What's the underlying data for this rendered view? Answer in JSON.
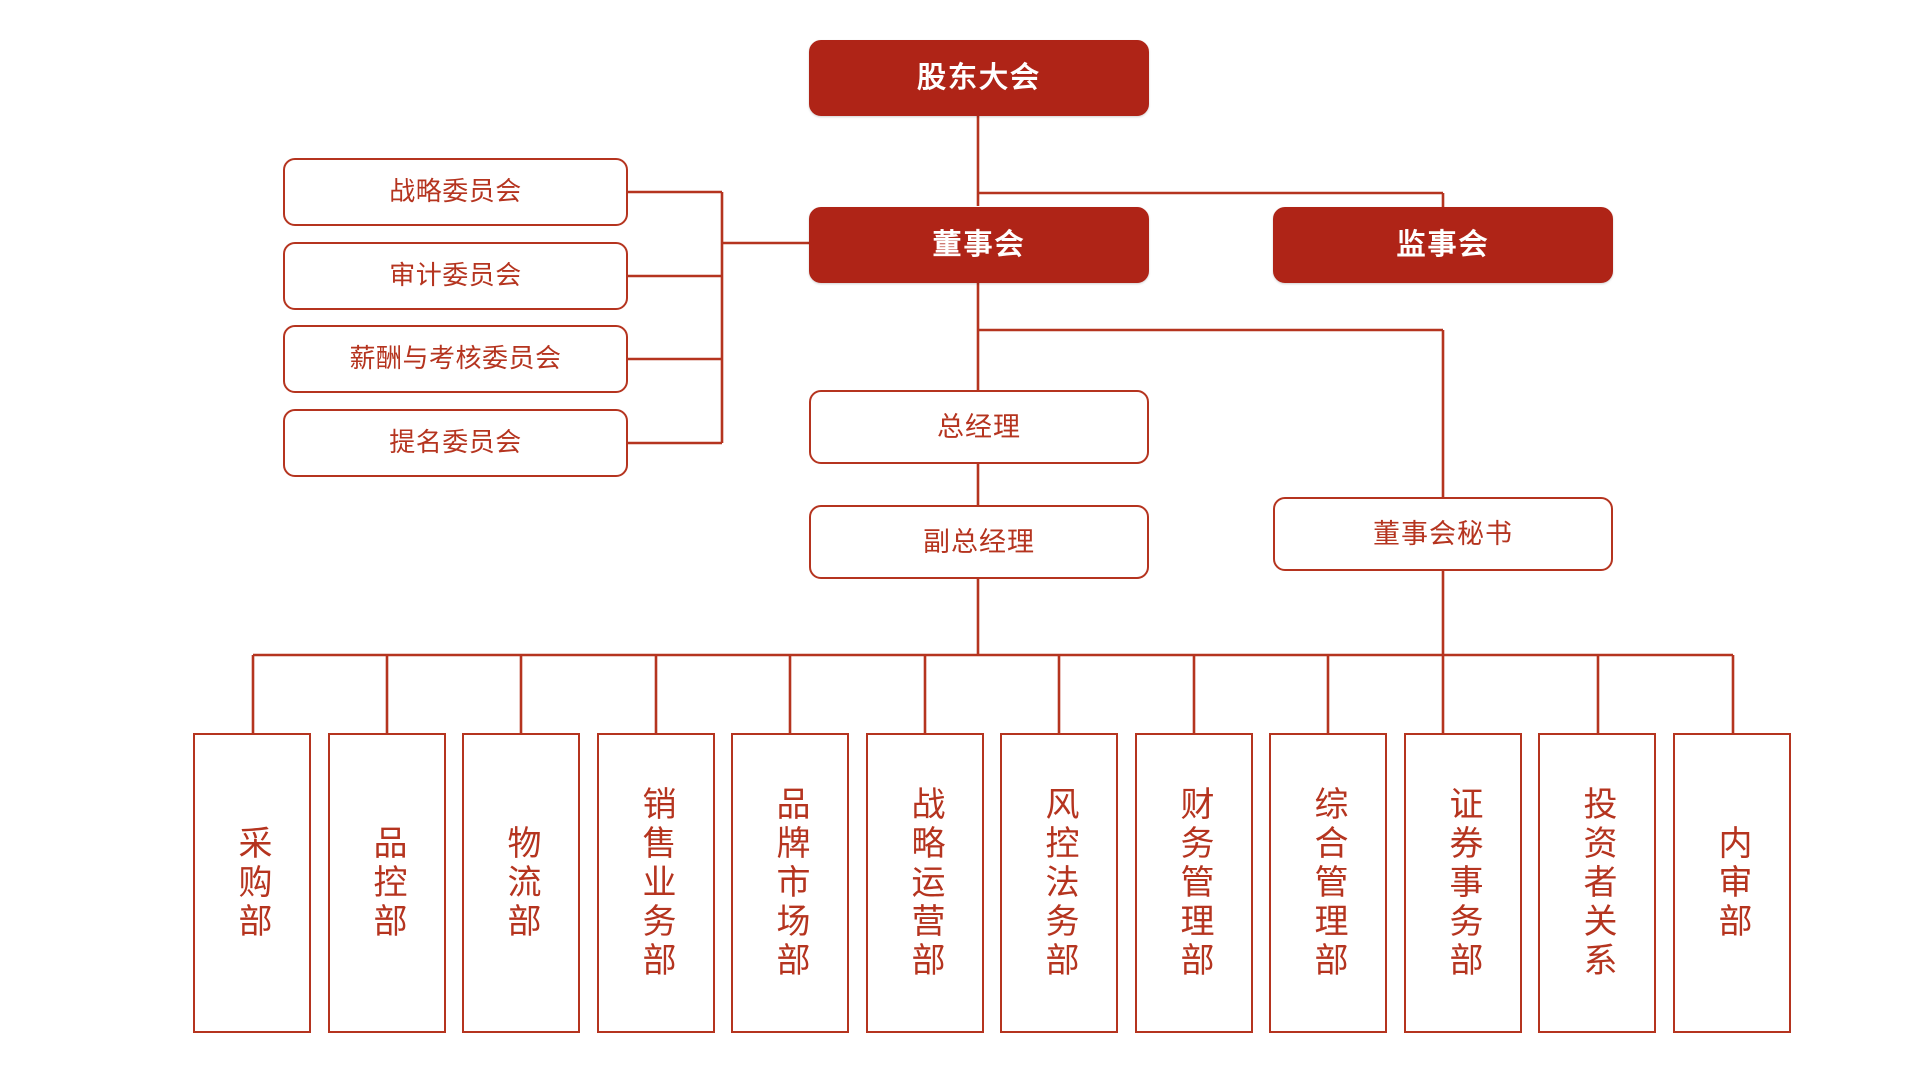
{
  "meta": {
    "title": "公司组织架构图",
    "accent_color": "#AF2417",
    "outline_color": "#B5341F",
    "line_color": "#B5341F",
    "background_color": "#FFFFFF"
  },
  "nodes": {
    "shareholders_meeting": {
      "label": "股东大会",
      "style": "filled"
    },
    "board_of_directors": {
      "label": "董事会",
      "style": "filled"
    },
    "board_of_supervisors": {
      "label": "监事会",
      "style": "filled"
    },
    "general_manager": {
      "label": "总经理",
      "style": "outline"
    },
    "deputy_general_manager": {
      "label": "副总经理",
      "style": "outline"
    },
    "board_secretary": {
      "label": "董事会秘书",
      "style": "outline"
    }
  },
  "committees": [
    {
      "label": "战略委员会"
    },
    {
      "label": "审计委员会"
    },
    {
      "label": "薪酬与考核委员会"
    },
    {
      "label": "提名委员会"
    }
  ],
  "departments": [
    {
      "label": "采购部"
    },
    {
      "label": "品控部"
    },
    {
      "label": "物流部"
    },
    {
      "label": "销售业务部"
    },
    {
      "label": "品牌市场部"
    },
    {
      "label": "战略运营部"
    },
    {
      "label": "风控法务部"
    },
    {
      "label": "财务管理部"
    },
    {
      "label": "综合管理部"
    },
    {
      "label": "证券事务部"
    },
    {
      "label": "投资者关系"
    },
    {
      "label": "内审部"
    }
  ],
  "chart_data": {
    "type": "diagram",
    "diagram_kind": "organizational-chart",
    "title": "公司组织架构图",
    "levels": [
      {
        "level": 1,
        "nodes": [
          "股东大会"
        ]
      },
      {
        "level": 2,
        "nodes": [
          "董事会",
          "监事会"
        ]
      },
      {
        "level": 3,
        "nodes": [
          "总经理",
          "董事会秘书"
        ]
      },
      {
        "level": 4,
        "nodes": [
          "副总经理"
        ]
      },
      {
        "level": 5,
        "nodes": [
          "采购部",
          "品控部",
          "物流部",
          "销售业务部",
          "品牌市场部",
          "战略运营部",
          "风控法务部",
          "财务管理部",
          "综合管理部",
          "证券事务部",
          "投资者关系",
          "内审部"
        ]
      }
    ],
    "side_branch": {
      "parent": "董事会",
      "nodes": [
        "战略委员会",
        "审计委员会",
        "薪酬与考核委员会",
        "提名委员会"
      ]
    },
    "edges": [
      {
        "from": "股东大会",
        "to": "董事会"
      },
      {
        "from": "股东大会",
        "to": "监事会"
      },
      {
        "from": "董事会",
        "to": "战略委员会"
      },
      {
        "from": "董事会",
        "to": "审计委员会"
      },
      {
        "from": "董事会",
        "to": "薪酬与考核委员会"
      },
      {
        "from": "董事会",
        "to": "提名委员会"
      },
      {
        "from": "董事会",
        "to": "总经理"
      },
      {
        "from": "董事会",
        "to": "董事会秘书"
      },
      {
        "from": "总经理",
        "to": "副总经理"
      },
      {
        "from": "副总经理",
        "to": "采购部"
      },
      {
        "from": "副总经理",
        "to": "品控部"
      },
      {
        "from": "副总经理",
        "to": "物流部"
      },
      {
        "from": "副总经理",
        "to": "销售业务部"
      },
      {
        "from": "副总经理",
        "to": "品牌市场部"
      },
      {
        "from": "副总经理",
        "to": "战略运营部"
      },
      {
        "from": "副总经理",
        "to": "风控法务部"
      },
      {
        "from": "副总经理",
        "to": "财务管理部"
      },
      {
        "from": "副总经理",
        "to": "综合管理部"
      },
      {
        "from": "副总经理",
        "to": "投资者关系"
      },
      {
        "from": "副总经理",
        "to": "内审部"
      },
      {
        "from": "董事会秘书",
        "to": "证券事务部"
      }
    ]
  }
}
